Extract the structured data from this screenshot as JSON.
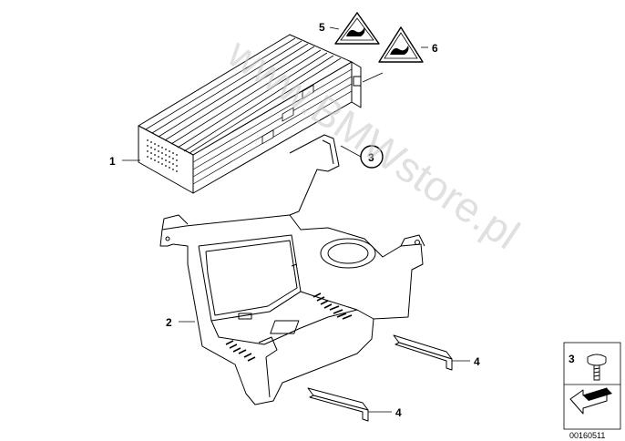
{
  "diagram": {
    "callouts": {
      "c1": "1",
      "c2": "2",
      "c3": "3",
      "c4a": "4",
      "c4b": "4",
      "c5": "5",
      "c6": "6",
      "legend_num": "3"
    },
    "watermark": "www.BMWstore.pl",
    "reference": "00160511",
    "icons": {
      "warning_label_5": "warning-triangle-icon",
      "warning_label_6": "warning-triangle-icon",
      "bolt": "bolt-icon",
      "arrow": "arrow-icon"
    },
    "colors": {
      "line": "#000000",
      "watermark": "#c8c8c8",
      "paper": "#ffffff"
    }
  }
}
